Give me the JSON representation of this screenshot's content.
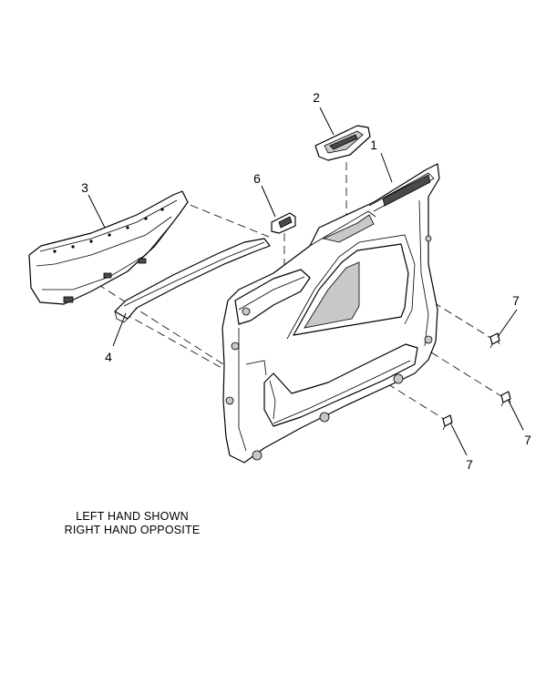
{
  "callouts": [
    {
      "id": "c1",
      "label": "1"
    },
    {
      "id": "c2",
      "label": "2"
    },
    {
      "id": "c3",
      "label": "3"
    },
    {
      "id": "c4",
      "label": "4"
    },
    {
      "id": "c6",
      "label": "6"
    },
    {
      "id": "c7a",
      "label": "7"
    },
    {
      "id": "c7b",
      "label": "7"
    },
    {
      "id": "c7c",
      "label": "7"
    }
  ],
  "note": {
    "line1": "LEFT HAND SHOWN",
    "line2": "RIGHT HAND OPPOSITE"
  }
}
